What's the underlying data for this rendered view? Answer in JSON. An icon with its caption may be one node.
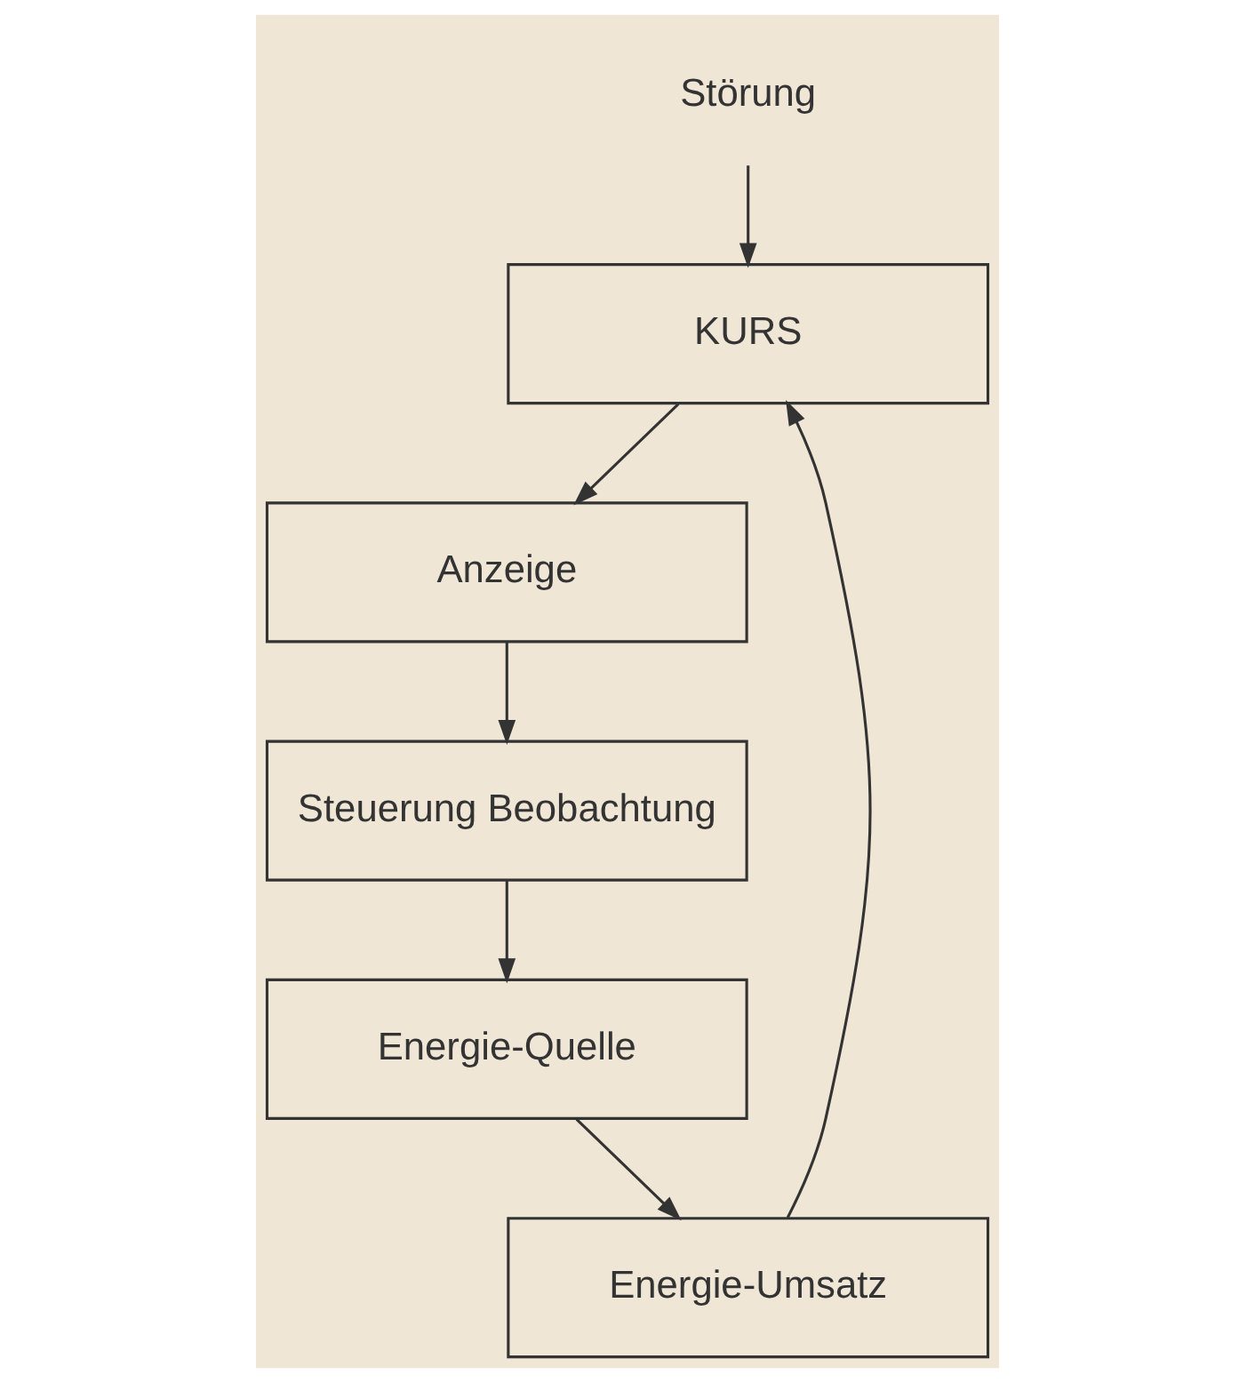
{
  "diagram": {
    "nodes": [
      {
        "text": [
          "Störung"
        ]
      },
      {
        "text": [
          "KURS"
        ]
      },
      {
        "text": [
          "Energie-Umsatz"
        ]
      },
      {
        "text": [
          "Energie-Quelle"
        ]
      },
      {
        "text": [
          "Anzeige"
        ]
      },
      {
        "text": [
          "Steuerung Beobachtung"
        ]
      }
    ],
    "edges": [
      {
        "from": 0,
        "to": 1,
        "arrow": "to"
      },
      {
        "from": 1,
        "to": 4,
        "arrow": "to"
      },
      {
        "from": 4,
        "to": 5,
        "arrow": "to"
      },
      {
        "from": 5,
        "to": 3,
        "arrow": "to"
      },
      {
        "from": 3,
        "to": 2,
        "arrow": "to"
      },
      {
        "from": 2,
        "to": 1,
        "arrow": "to"
      }
    ]
  }
}
